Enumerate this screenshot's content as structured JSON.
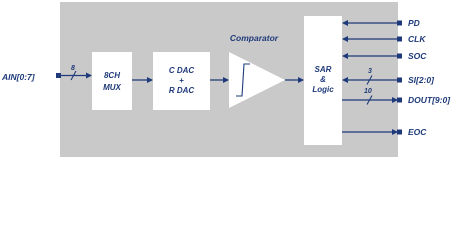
{
  "input": {
    "bus_label": "AIN[0:7]",
    "width": "8"
  },
  "blocks": {
    "mux": {
      "line1": "8CH",
      "line2": "MUX"
    },
    "dac": {
      "line1": "C DAC",
      "line2": "+",
      "line3": "R DAC"
    },
    "comparator": {
      "title": "Comparator"
    },
    "sar": {
      "line1": "SAR",
      "line2": "&",
      "line3": "Logic"
    }
  },
  "pins": {
    "pd": "PD",
    "clk": "CLK",
    "soc": "SOC",
    "si": "SI[2:0]",
    "si_width": "3",
    "dout": "DOUT[9:0]",
    "dout_width": "10",
    "eoc": "EOC"
  },
  "colors": {
    "chip_bg": "#c9c9c9",
    "block_fill": "#ffffff",
    "line": "#1f3a7a"
  }
}
